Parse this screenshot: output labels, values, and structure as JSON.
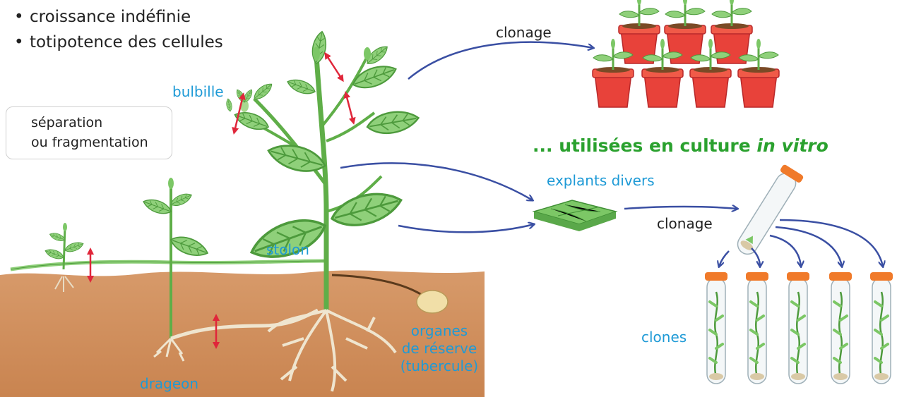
{
  "bullets": [
    "croissance indéfinie",
    "totipotence des cellules"
  ],
  "legend": {
    "line1": "séparation",
    "line2": "ou fragmentation"
  },
  "labels": {
    "bulbille": "bulbille",
    "stolon": "stolon",
    "drageon": "drageon",
    "organes_line1": "organes",
    "organes_line2": "de réserve",
    "organes_line3": "(tubercule)",
    "clonage_top": "clonage",
    "clonage_mid": "clonage",
    "explants": "explants divers",
    "clones": "clones"
  },
  "title": {
    "prefix": "... utilisées en culture ",
    "italic": "in vitro"
  },
  "colors": {
    "arrow_blue": "#3a4fa3",
    "label_blue": "#1e9ad6",
    "title_green": "#2aa12e",
    "red": "#e0263a",
    "soil": "#d08e5e",
    "pot": "#e8423a",
    "cap": "#f07a2a"
  }
}
